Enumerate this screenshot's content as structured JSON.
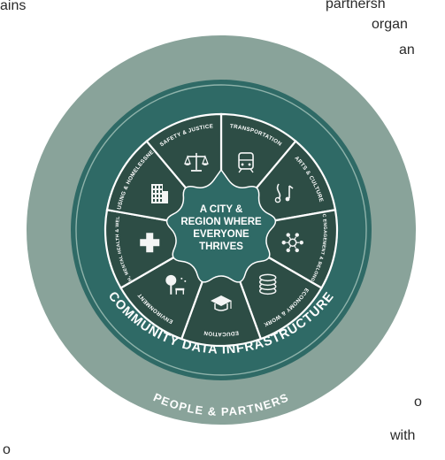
{
  "page_text": {
    "top_left": "ains",
    "top_right_1": "partnersh",
    "top_right_2": "organ",
    "top_right_3": "an",
    "bottom_right_1": "o",
    "bottom_right_2": "with",
    "bottom_left": "o"
  },
  "diagram": {
    "center": [
      "A CITY &",
      "REGION WHERE",
      "EVERYONE",
      "THRIVES"
    ],
    "outer_ring_label": "PEOPLE & PARTNERS",
    "middle_ring_label": "COMMUNITY DATA INFRASTRUCTURE",
    "sectors": [
      {
        "label": "TRANSPORTATION",
        "icon": "train-icon"
      },
      {
        "label": "ARTS & CULTURE",
        "icon": "music-notes-icon"
      },
      {
        "label": "CIVIC ENGAGEMENT & BELONGING",
        "icon": "network-people-icon"
      },
      {
        "label": "ECONOMY & WORK",
        "icon": "coins-icon"
      },
      {
        "label": "EDUCATION",
        "icon": "graduation-cap-icon"
      },
      {
        "label": "ENVIRONMENT",
        "icon": "park-tree-icon"
      },
      {
        "label": "HEALTH, MENTAL HEALTH & WELLBEING",
        "icon": "medical-cross-icon"
      },
      {
        "label": "HOUSING & HOMELESSNESS",
        "icon": "building-icon"
      },
      {
        "label": "SAFETY & JUSTICE",
        "icon": "scales-icon"
      }
    ],
    "colors": {
      "outer_ring": "#89a39a",
      "middle_ring": "#2f6a66",
      "ring_line": "#8fb3ab",
      "sector_fill": "#2d4d45",
      "sector_gap": "#ffffff",
      "center_fill": "#2f6a66",
      "center_text": "#ffffff"
    }
  }
}
